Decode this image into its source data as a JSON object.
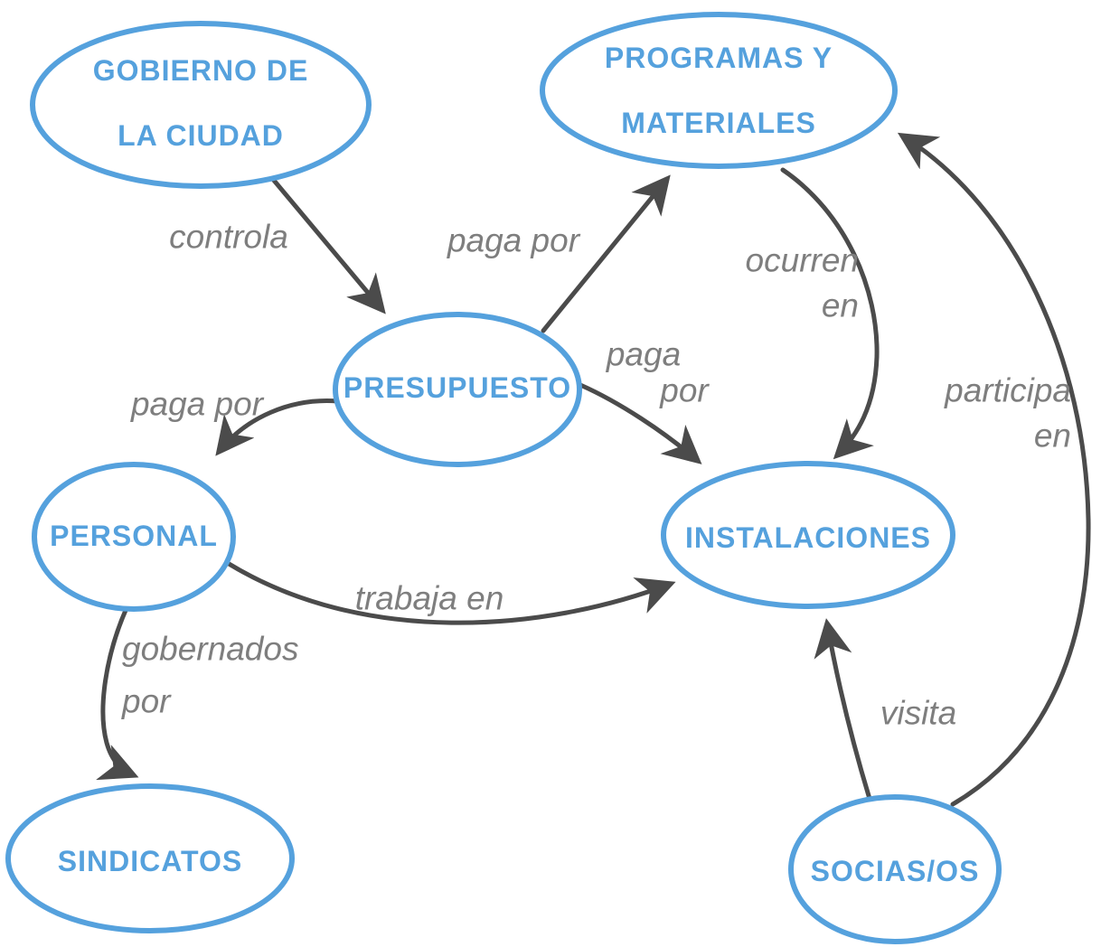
{
  "colors": {
    "node-color": "#55a1dd",
    "edge-color": "#4b4b4b",
    "label-color": "#7e7e7e",
    "bg-color": "#ffffff"
  },
  "nodes": {
    "gobierno": {
      "label": "GOBIERNO DE LA CIUDAD",
      "lines": [
        "GOBIERNO DE",
        "LA CIUDAD"
      ]
    },
    "programas": {
      "label": "PROGRAMAS Y MATERIALES",
      "lines": [
        "PROGRAMAS Y",
        "MATERIALES"
      ]
    },
    "presupuesto": {
      "label": "PRESUPUESTO",
      "lines": [
        "PRESUPUESTO"
      ]
    },
    "personal": {
      "label": "PERSONAL",
      "lines": [
        "PERSONAL"
      ]
    },
    "instalaciones": {
      "label": "INSTALACIONES",
      "lines": [
        "INSTALACIONES"
      ]
    },
    "sindicatos": {
      "label": "SINDICATOS",
      "lines": [
        "SINDICATOS"
      ]
    },
    "socias": {
      "label": "SOCIAS/OS",
      "lines": [
        "SOCIAS/OS"
      ]
    }
  },
  "edges": {
    "controla": {
      "from": "GOBIERNO DE LA CIUDAD",
      "to": "PRESUPUESTO",
      "label": "controla",
      "lines": [
        "controla"
      ]
    },
    "paga_por_programas": {
      "from": "PRESUPUESTO",
      "to": "PROGRAMAS Y MATERIALES",
      "label": "paga por",
      "lines": [
        "paga por"
      ]
    },
    "paga_por_personal": {
      "from": "PRESUPUESTO",
      "to": "PERSONAL",
      "label": "paga por",
      "lines": [
        "paga por"
      ]
    },
    "paga_por_instalaciones": {
      "from": "PRESUPUESTO",
      "to": "INSTALACIONES",
      "label": "paga por",
      "lines": [
        "paga",
        "por"
      ]
    },
    "ocurren_en": {
      "from": "PROGRAMAS Y MATERIALES",
      "to": "INSTALACIONES",
      "label": "ocurren en",
      "lines": [
        "ocurren",
        "en"
      ]
    },
    "trabaja_en": {
      "from": "PERSONAL",
      "to": "INSTALACIONES",
      "label": "trabaja en",
      "lines": [
        "trabaja en"
      ]
    },
    "gobernados_por": {
      "from": "PERSONAL",
      "to": "SINDICATOS",
      "label": "gobernados por",
      "lines": [
        "gobernados",
        "por"
      ]
    },
    "visita": {
      "from": "SOCIAS/OS",
      "to": "INSTALACIONES",
      "label": "visita",
      "lines": [
        "visita"
      ]
    },
    "participa_en": {
      "from": "SOCIAS/OS",
      "to": "PROGRAMAS Y MATERIALES",
      "label": "participa en",
      "lines": [
        "participa",
        "en"
      ]
    }
  }
}
